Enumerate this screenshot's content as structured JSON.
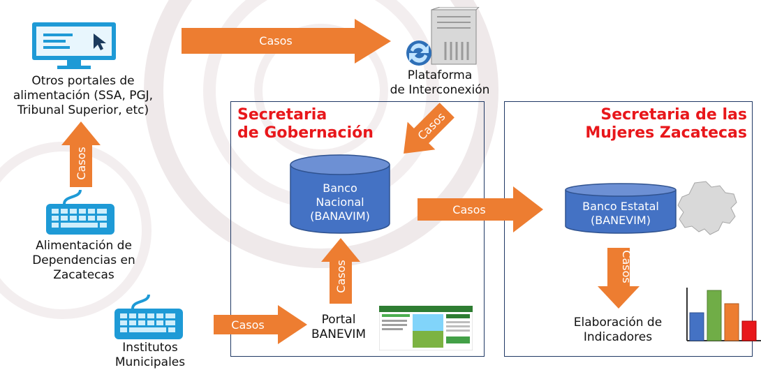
{
  "colors": {
    "arrow": "#ed7d31",
    "cylinder": "#4472c4",
    "title_red": "#e8171b",
    "box_border": "#1f3864"
  },
  "nodes": {
    "otros_portales": "Otros portales de alimentación (SSA, PGJ, Tribunal Superior, etc)",
    "otros_portales_lines": [
      "Otros portales de",
      "alimentación (SSA, PGJ,",
      "Tribunal Superior, etc)"
    ],
    "alimentacion_lines": [
      "Alimentación de",
      "Dependencias en",
      "Zacatecas"
    ],
    "institutos_lines": [
      "Institutos",
      "Municipales"
    ],
    "plataforma_lines": [
      "Plataforma",
      "de Interconexión"
    ],
    "portal_lines": [
      "Portal",
      "BANEVIM"
    ],
    "banco_nacional_lines": [
      "Banco",
      "Nacional",
      "(BANAVIM)"
    ],
    "banco_estatal_lines": [
      "Banco Estatal",
      "(BANEVIM)"
    ],
    "elaboracion_lines": [
      "Elaboración de",
      "Indicadores"
    ]
  },
  "groups": {
    "gobernacion_lines": [
      "Secretaria",
      "de Gobernación"
    ],
    "mujeres_lines": [
      "Secretaria de las",
      "Mujeres Zacatecas"
    ]
  },
  "arrows": {
    "top": "Casos",
    "up_left": "Casos",
    "diagonal": "Casos",
    "middle": "Casos",
    "up_portal": "Casos",
    "bottom_left": "Casos",
    "down_right": "Casos"
  },
  "icons": {
    "monitor": "monitor-icon",
    "keyboard_1": "keyboard-icon",
    "keyboard_2": "keyboard-icon",
    "server": "server-icon",
    "portal_screenshot": "website-thumbnail-icon",
    "map": "zacatecas-map-icon",
    "bar_chart": "bar-chart-icon"
  }
}
